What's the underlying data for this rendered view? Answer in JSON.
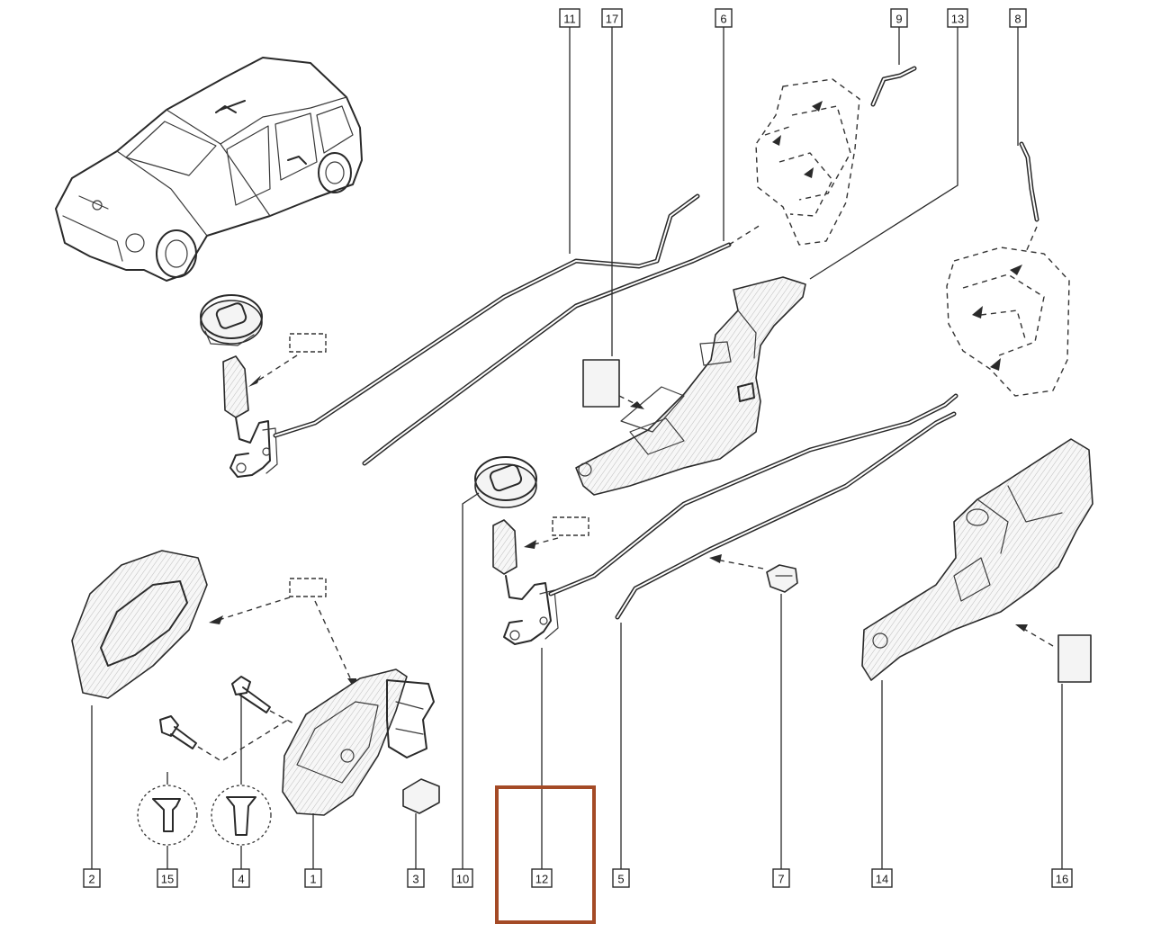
{
  "callouts": [
    {
      "id": "c11",
      "text": "11"
    },
    {
      "id": "c17",
      "text": "17"
    },
    {
      "id": "c6",
      "text": "6"
    },
    {
      "id": "c9",
      "text": "9"
    },
    {
      "id": "c13",
      "text": "13"
    },
    {
      "id": "c8",
      "text": "8"
    },
    {
      "id": "c2",
      "text": "2"
    },
    {
      "id": "c15",
      "text": "15"
    },
    {
      "id": "c4",
      "text": "4"
    },
    {
      "id": "c1",
      "text": "1"
    },
    {
      "id": "c3",
      "text": "3"
    },
    {
      "id": "c10",
      "text": "10"
    },
    {
      "id": "c12",
      "text": "12"
    },
    {
      "id": "c5",
      "text": "5"
    },
    {
      "id": "c7",
      "text": "7"
    },
    {
      "id": "c14",
      "text": "14"
    },
    {
      "id": "c16",
      "text": "16"
    }
  ],
  "highlighted_callout": "12",
  "colors": {
    "ink": "#2a2a2a",
    "highlight": "#a44a26",
    "background": "#ffffff"
  }
}
